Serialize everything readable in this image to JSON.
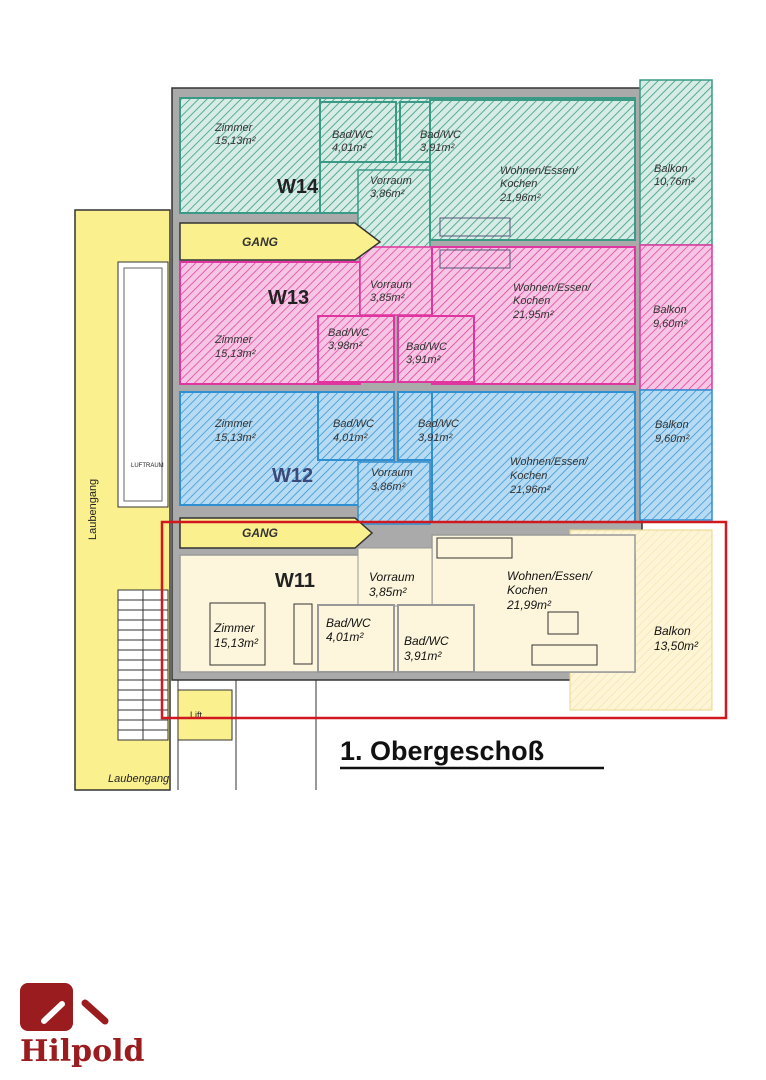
{
  "floor_title": "1. Obergeschoß",
  "logo_text": "Hilpold",
  "colors": {
    "w14": "#3a9a86",
    "w13": "#e0359e",
    "w12": "#2e8fd3",
    "w11": "#e8d58a",
    "highlight": "#d0181e",
    "corridor": "#fbf08e",
    "brand": "#9b1c1f"
  },
  "common": {
    "gang": "GANG",
    "laubengang": "Laubengang",
    "luftraum": "LUFTRAUM",
    "lift": "Lift"
  },
  "units": {
    "w14": {
      "name": "W14",
      "zimmer": [
        "Zimmer",
        "15,13m²"
      ],
      "bad1": [
        "Bad/WC",
        "4,01m²"
      ],
      "bad2": [
        "Bad/WC",
        "3,91m²"
      ],
      "vorraum": [
        "Vorraum",
        "3,86m²"
      ],
      "wohnen": [
        "Wohnen/Essen/",
        "Kochen",
        "21,96m²"
      ],
      "balkon": [
        "Balkon",
        "10,76m²"
      ]
    },
    "w13": {
      "name": "W13",
      "zimmer": [
        "Zimmer",
        "15,13m²"
      ],
      "bad1": [
        "Bad/WC",
        "3,98m²"
      ],
      "bad2": [
        "Bad/WC",
        "3,91m²"
      ],
      "vorraum": [
        "Vorraum",
        "3,85m²"
      ],
      "wohnen": [
        "Wohnen/Essen/",
        "Kochen",
        "21,95m²"
      ],
      "balkon": [
        "Balkon",
        "9,60m²"
      ]
    },
    "w12": {
      "name": "W12",
      "zimmer": [
        "Zimmer",
        "15,13m²"
      ],
      "bad1": [
        "Bad/WC",
        "4,01m²"
      ],
      "bad2": [
        "Bad/WC",
        "3,91m²"
      ],
      "vorraum": [
        "Vorraum",
        "3,86m²"
      ],
      "wohnen": [
        "Wohnen/Essen/",
        "Kochen",
        "21,96m²"
      ],
      "balkon": [
        "Balkon",
        "9,60m²"
      ]
    },
    "w11": {
      "name": "W11",
      "zimmer": [
        "Zimmer",
        "15,13m²"
      ],
      "bad1": [
        "Bad/WC",
        "4,01m²"
      ],
      "bad2": [
        "Bad/WC",
        "3,91m²"
      ],
      "vorraum": [
        "Vorraum",
        "3,85m²"
      ],
      "wohnen": [
        "Wohnen/Essen/",
        "Kochen",
        "21,99m²"
      ],
      "balkon": [
        "Balkon",
        "13,50m²"
      ]
    }
  }
}
